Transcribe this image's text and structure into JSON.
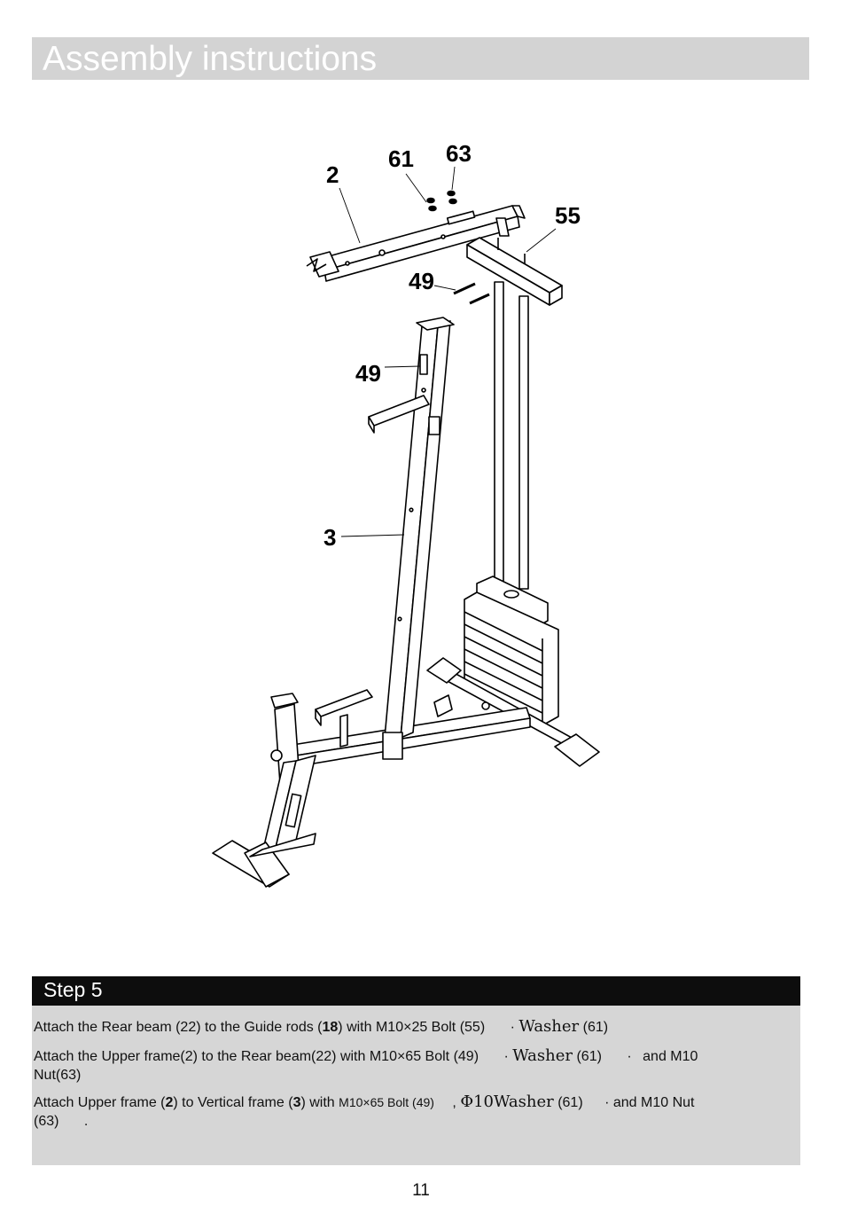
{
  "header": {
    "title": "Assembly instructions"
  },
  "diagram": {
    "callouts": {
      "upper_frame": "2",
      "washer": "61",
      "nut": "63",
      "bolt_top": "55",
      "bolt_mid": "49",
      "bolt_left": "49",
      "vertical_frame": "3"
    }
  },
  "step": {
    "title": "Step 5",
    "line1": {
      "a": "Attach the Rear beam (22) to the Guide rods (",
      "b": "18",
      "c": ") with M10×25 Bolt (55)",
      "d": "·",
      "e": "Washer",
      "f": "(61)"
    },
    "line2": {
      "a": "Attach the Upper frame(2) to the Rear beam(22) with M10×65 Bolt (49)",
      "b": "·",
      "c": "Washer",
      "d": "(61)",
      "e": "·",
      "f": "and M10",
      "g": "Nut(63)"
    },
    "line3": {
      "a": "Attach Upper frame (",
      "b": "2",
      "c": ") to Vertical frame (",
      "d": "3",
      "e": ") with",
      "f": "M10×65 Bolt (49)",
      "g": ",",
      "h": "Φ10Washer",
      "i": "(61)",
      "j": "·",
      "k": "and M10 Nut",
      "l": "(63)",
      "m": "."
    }
  },
  "footer": {
    "page_number": "11"
  }
}
